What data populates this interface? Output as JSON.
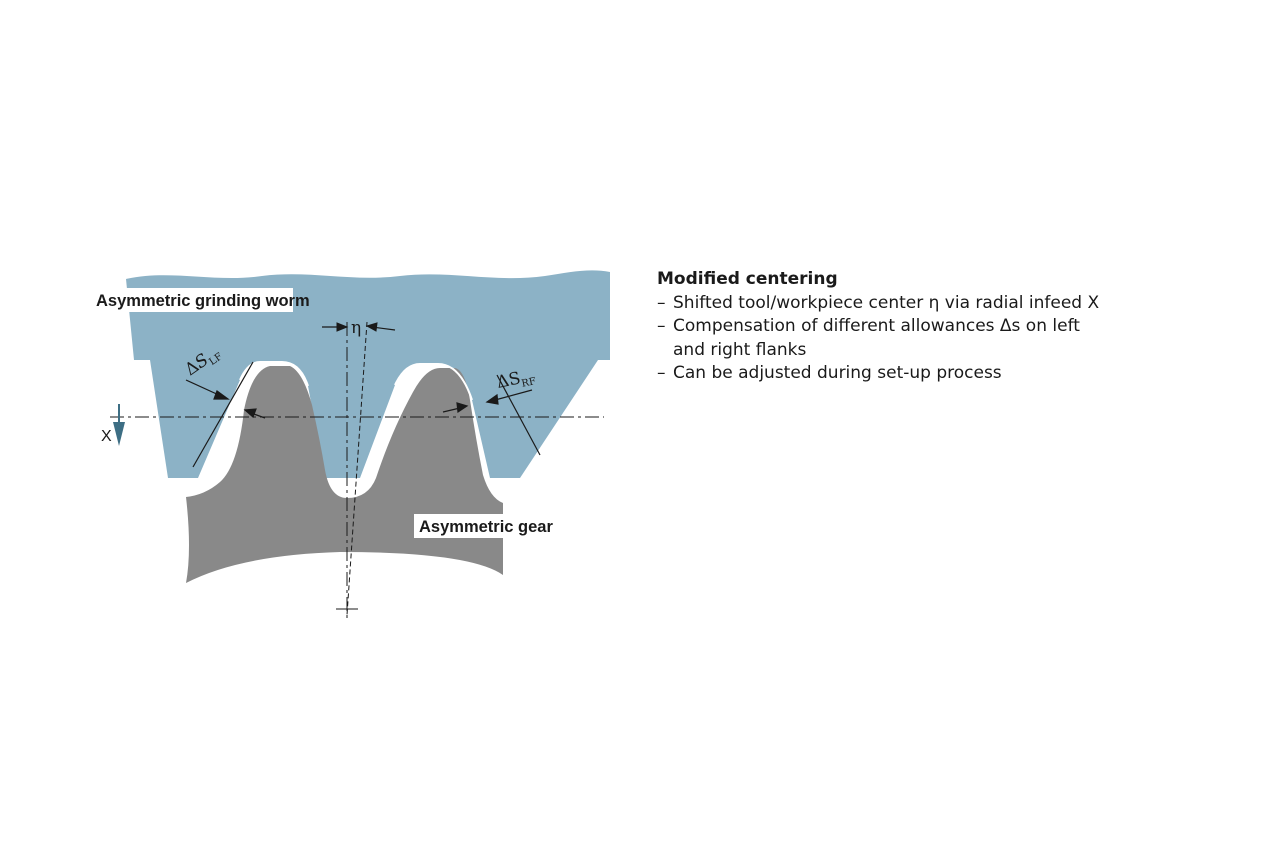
{
  "diagram": {
    "worm_label": "Asymmetric grinding worm",
    "gear_label": "Asymmetric gear",
    "eta_symbol": "η",
    "delta_lf": {
      "delta": "Δ",
      "s": "S",
      "sub": "LF"
    },
    "delta_rf": {
      "delta": "Δ",
      "s": "S",
      "sub": "RF"
    },
    "infeed_axis_label": "X",
    "colors": {
      "worm": "#8cb2c6",
      "gear": "#898989",
      "arrow": "#3d6e84",
      "line": "#1a1a1a"
    }
  },
  "notes": {
    "heading": "Modified centering",
    "items": [
      "Shifted tool/workpiece center η via radial infeed X",
      "Compensation of different allowances Δs on left and right flanks",
      "Can be adjusted during set-up process"
    ]
  }
}
